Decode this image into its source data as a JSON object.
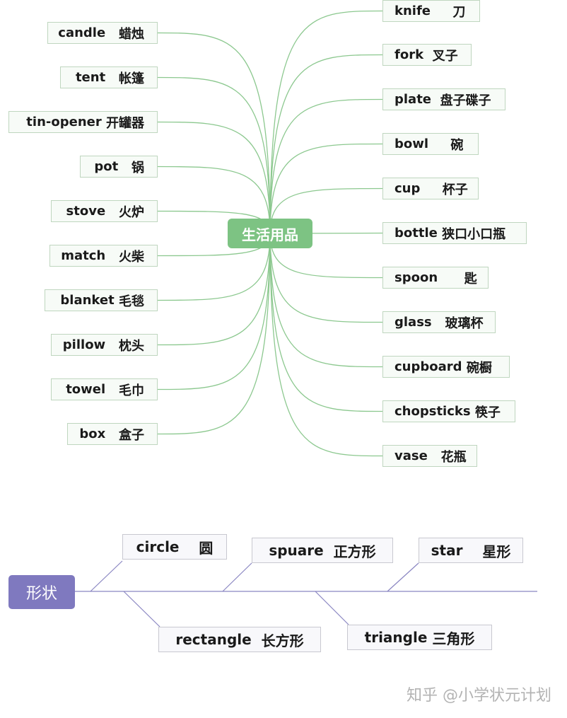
{
  "center": "生活用品",
  "left_items": [
    {
      "en": "candle",
      "zh": "蜡烛"
    },
    {
      "en": "tent",
      "zh": "帐篷"
    },
    {
      "en": "tin-opener",
      "zh": "开罐器"
    },
    {
      "en": "pot",
      "zh": "锅"
    },
    {
      "en": "stove",
      "zh": "火炉"
    },
    {
      "en": "match",
      "zh": "火柴"
    },
    {
      "en": "blanket",
      "zh": "毛毯"
    },
    {
      "en": "pillow",
      "zh": "枕头"
    },
    {
      "en": "towel",
      "zh": "毛巾"
    },
    {
      "en": "box",
      "zh": "盒子"
    }
  ],
  "right_items": [
    {
      "en": "knife",
      "zh": "刀"
    },
    {
      "en": "fork",
      "zh": "叉子"
    },
    {
      "en": "plate",
      "zh": "盘子碟子"
    },
    {
      "en": "bowl",
      "zh": "碗"
    },
    {
      "en": "cup",
      "zh": "杯子"
    },
    {
      "en": "bottle",
      "zh": "狭口小口瓶"
    },
    {
      "en": "spoon",
      "zh": "匙"
    },
    {
      "en": "glass",
      "zh": "玻璃杯"
    },
    {
      "en": "cupboard",
      "zh": "碗橱"
    },
    {
      "en": "chopsticks",
      "zh": "筷子"
    },
    {
      "en": "vase",
      "zh": "花瓶"
    }
  ],
  "shapes": {
    "root": "形状",
    "items": [
      {
        "en": "circle",
        "zh": "圆"
      },
      {
        "en": "spuare",
        "zh": "正方形"
      },
      {
        "en": "star",
        "zh": "星形"
      },
      {
        "en": "rectangle",
        "zh": "长方形"
      },
      {
        "en": "triangle",
        "zh": "三角形"
      }
    ]
  },
  "watermark": "知乎 @小学状元计划",
  "colors": {
    "center_fill": "#7dc383",
    "wire": "#8cc88f",
    "shape_root_fill": "#7f79bf",
    "shape_wire": "#8a86c2"
  }
}
